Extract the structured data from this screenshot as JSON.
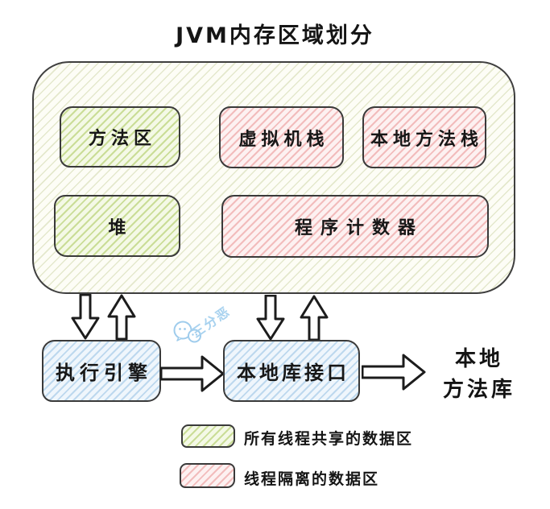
{
  "title": "JVM内存区域划分",
  "regions": {
    "method_area": "方法区",
    "vm_stack": "虚拟机栈",
    "native_method_stack": "本地方法栈",
    "heap": "堆",
    "program_counter": "程序计数器"
  },
  "flow": {
    "execution_engine": "执行引擎",
    "native_interface": "本地库接口",
    "native_library_line1": "本地",
    "native_library_line2": "方法库"
  },
  "legend": [
    {
      "swatch": "green-hatch",
      "label": "所有线程共享的数据区"
    },
    {
      "swatch": "pink-hatch",
      "label": "线程隔离的数据区"
    }
  ],
  "watermark": {
    "text": "三分恶",
    "icon": "wechat-icon"
  },
  "colors": {
    "shared_green": "#cadd97",
    "isolated_pink": "#f2bcbc",
    "flow_blue": "#bdd8ee",
    "container_tint": "#d0d6aa",
    "outline": "#3a3a3a",
    "watermark_blue": "#a8d2ef"
  }
}
